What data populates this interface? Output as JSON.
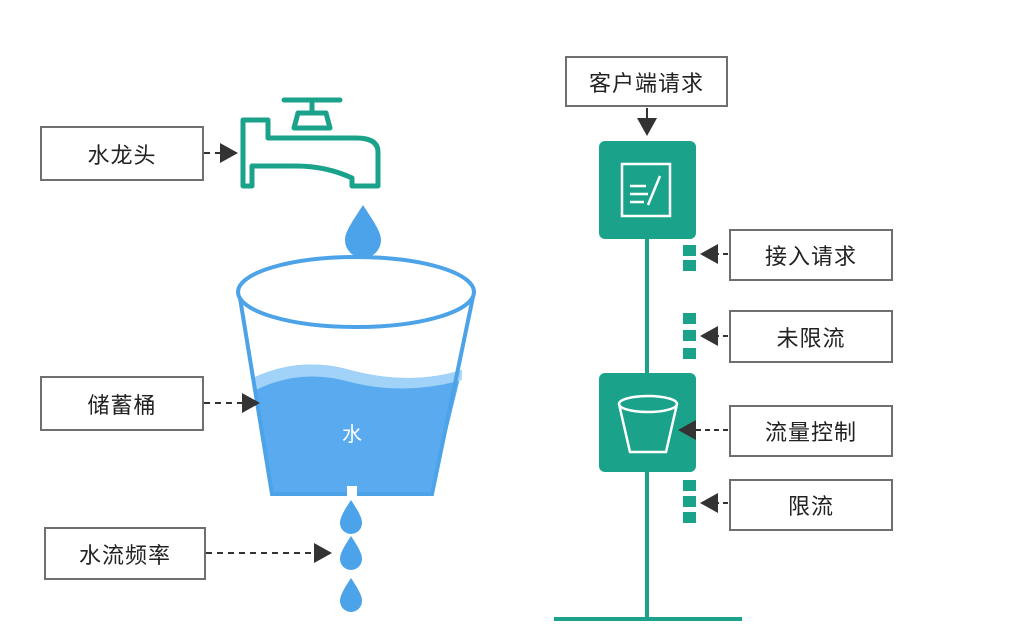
{
  "left": {
    "faucet_label": "水龙头",
    "bucket_label": "储蓄桶",
    "flow_label": "水流频率",
    "water_text": "水"
  },
  "right": {
    "client_label": "客户端请求",
    "accept_label": "接入请求",
    "unlimited_label": "未限流",
    "flow_control_label": "流量控制",
    "limited_label": "限流"
  },
  "colors": {
    "teal": "#1aa28b",
    "teal_light": "#2fb79f",
    "water": "#57a9ec",
    "water_light": "#9fd1f5",
    "bucket_rim": "#4da3e8",
    "border": "#6f6f6f",
    "arrow": "#3a3a3a"
  },
  "icons": [
    "faucet-icon",
    "water-drop-icon",
    "bucket-icon",
    "document-icon",
    "cup-icon"
  ]
}
